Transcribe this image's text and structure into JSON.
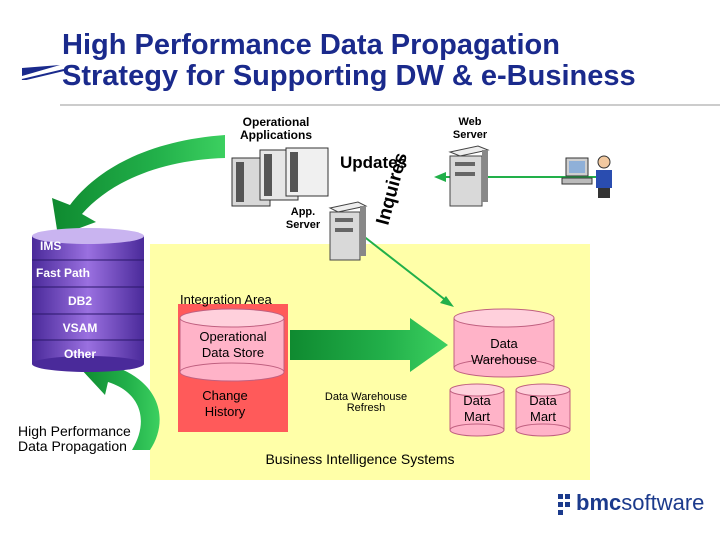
{
  "title": {
    "line1": "High Performance Data Propagation",
    "line2": "Strategy for Supporting DW & e-Business"
  },
  "nodes": {
    "operational_applications": "Operational Applications",
    "web_server": "Web Server",
    "app_server": "App. Server",
    "updates": "Updates",
    "inquires": "Inquires",
    "integration_area": "Integration Area",
    "operational_data_store": "Operational Data Store",
    "change_history": "Change History",
    "data_warehouse_refresh": "Data Warehouse Refresh",
    "data_warehouse": "Data Warehouse",
    "data_mart_1": "Data Mart",
    "data_mart_2": "Data Mart",
    "business_intelligence": "Business Intelligence Systems",
    "high_performance": "High Performance Data Propagation"
  },
  "sources": [
    "IMS",
    "Fast Path",
    "DB2",
    "VSAM",
    "Other"
  ],
  "logo": {
    "prefix": "bmc",
    "suffix": "software"
  },
  "colors": {
    "title": "#1a2a8c",
    "arrow_green": "#22b04a",
    "panel_yellow": "#ffffa8",
    "panel_red": "#ff5a5a",
    "cylinder_pink": "#ffb3c8",
    "source_purple": "#7a46c8",
    "logo_blue": "#1b3a8c"
  }
}
